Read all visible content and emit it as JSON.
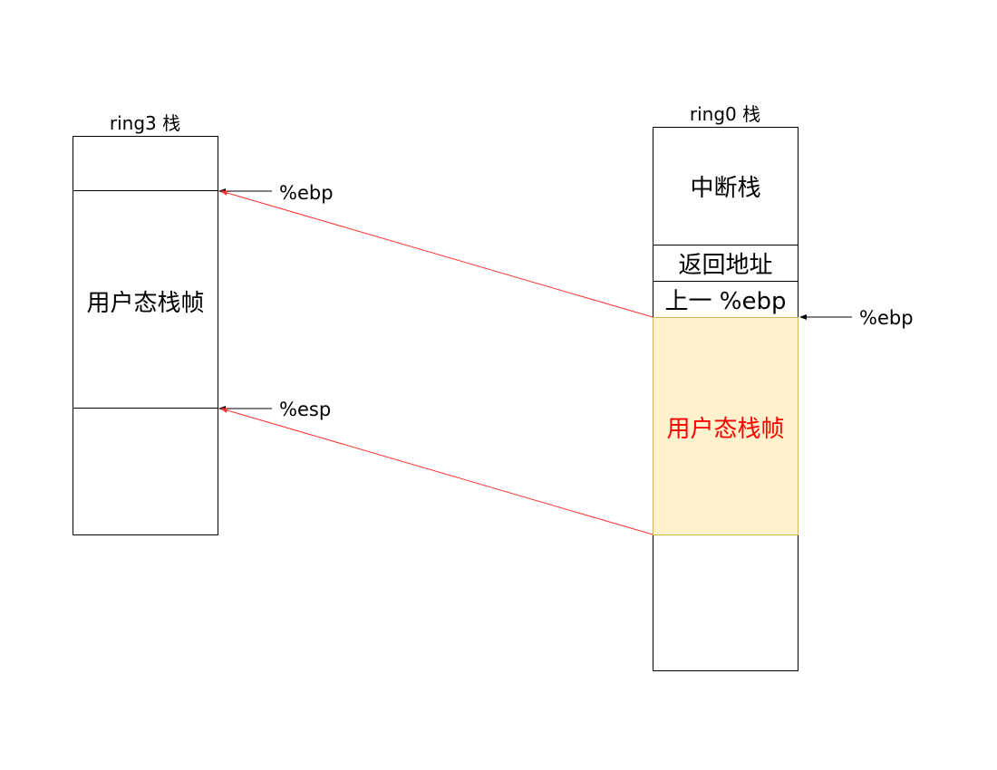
{
  "ring3_stack": {
    "title": "ring3 栈",
    "frame_label": "用户态栈帧",
    "ebp_pointer": "%ebp",
    "esp_pointer": "%esp"
  },
  "ring0_stack": {
    "title": "ring0 栈",
    "interrupt_stack_label": "中断栈",
    "return_address_label": "返回地址",
    "prev_ebp_label": "上一 %ebp",
    "frame_label": "用户态栈帧",
    "ebp_pointer": "%ebp"
  },
  "colors": {
    "highlight_fill": "#fff2cc",
    "highlight_border": "#d6b656",
    "mapping_line": "#ff3333",
    "frame_copy_text": "#ff0000",
    "pointer_arrow": "#000000"
  }
}
